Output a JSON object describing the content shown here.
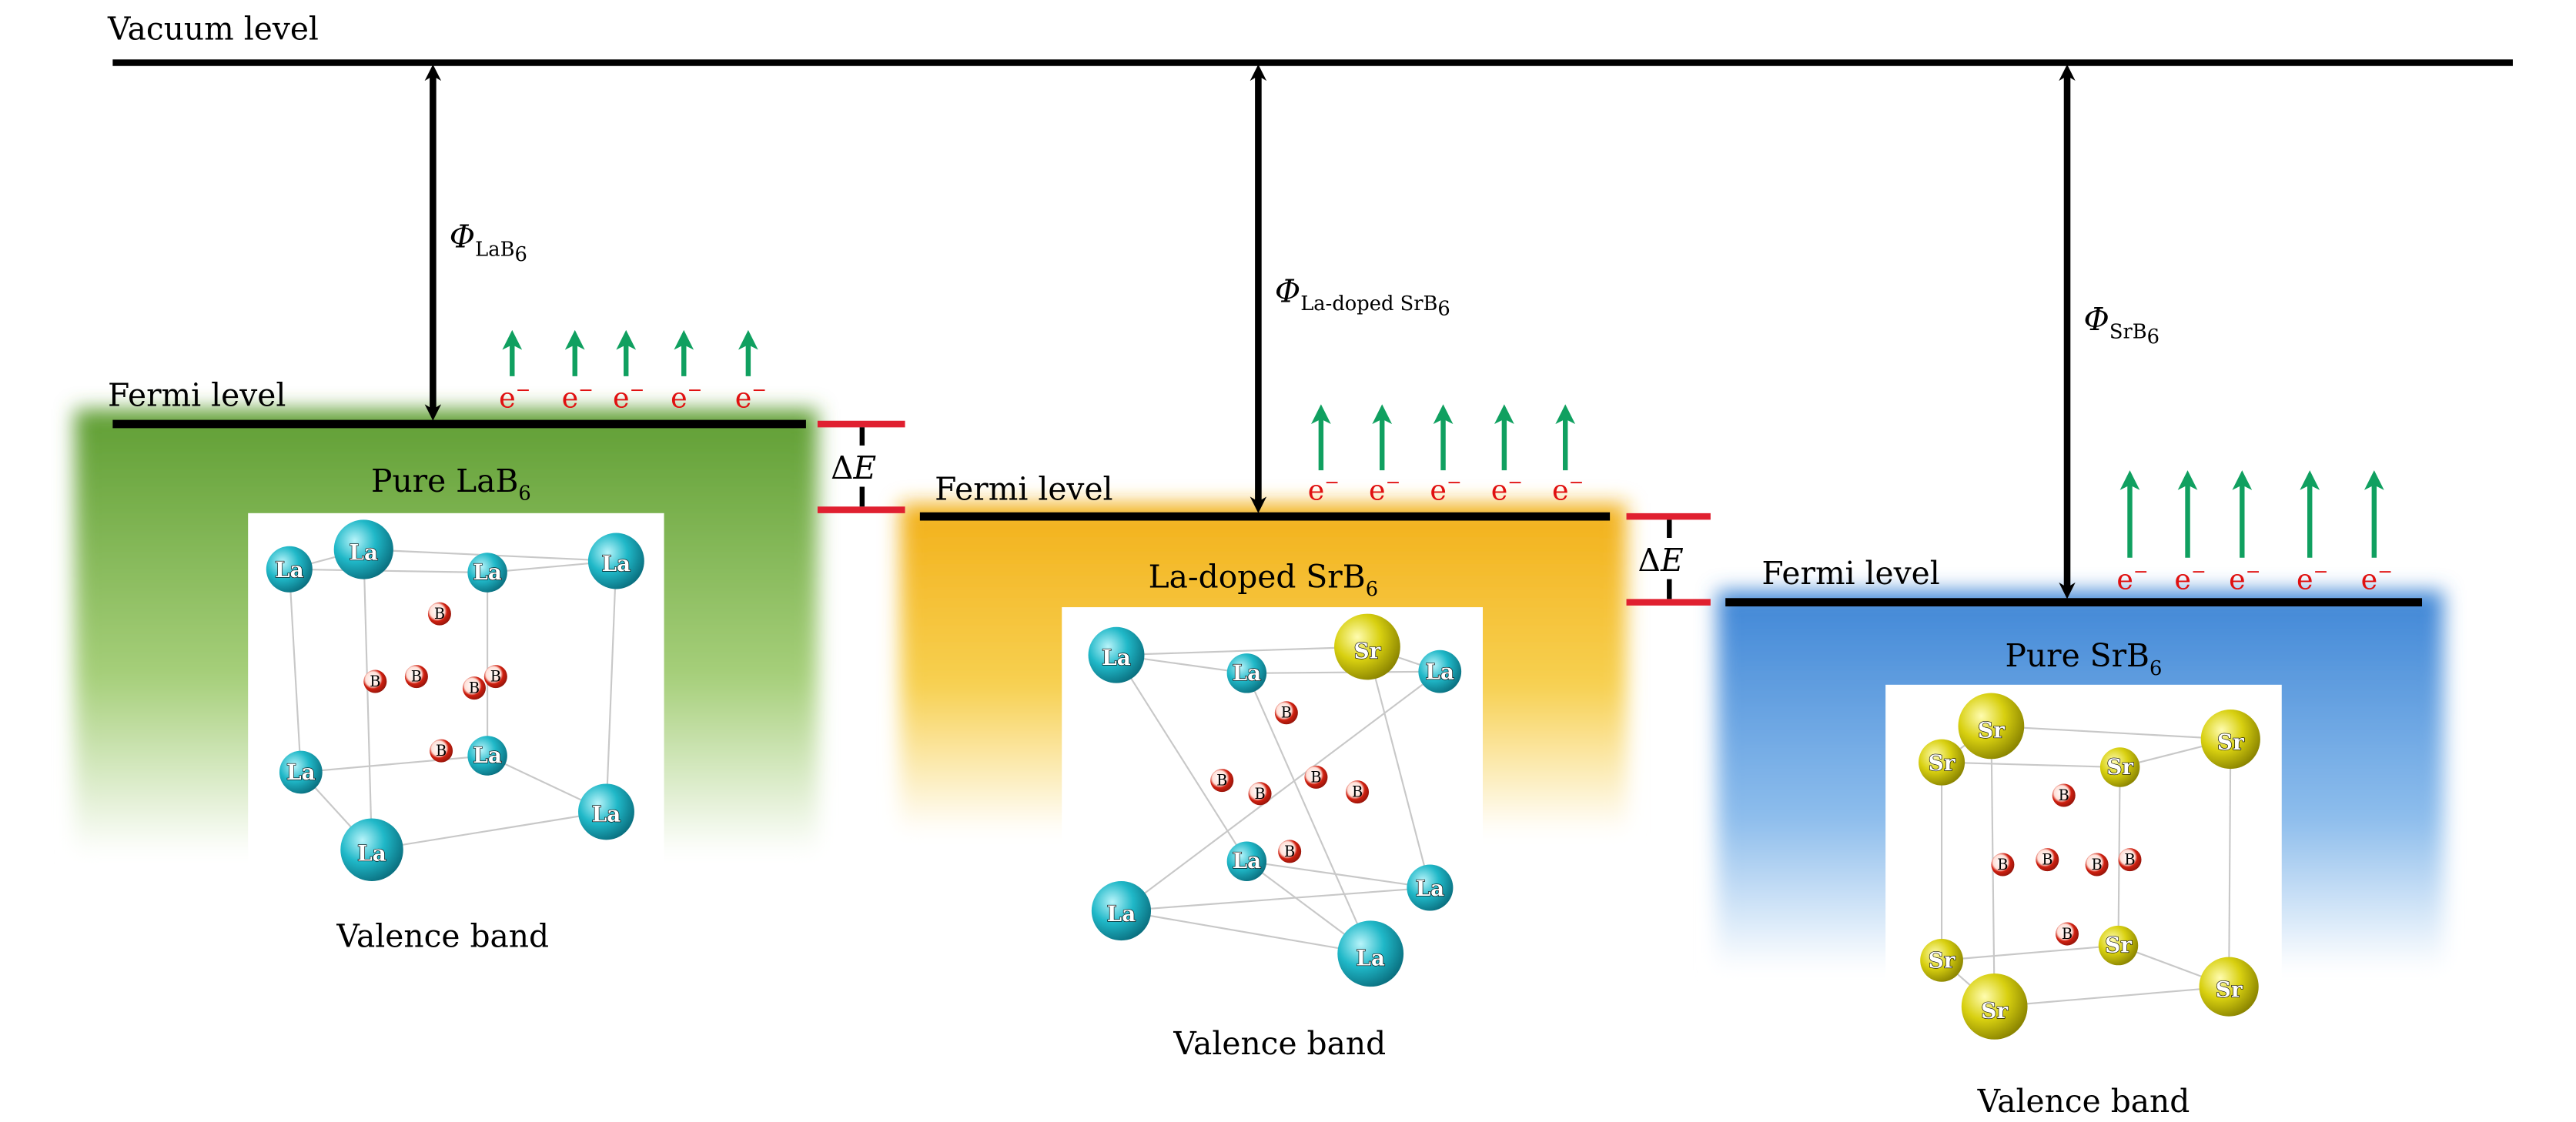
{
  "vacuum_label": "Vacuum level",
  "fermi_label": "Fermi level",
  "valence_label": "Valence band",
  "delta_e": {
    "delta": "Δ",
    "e": "E"
  },
  "electron": {
    "e": "e",
    "sup": "−"
  },
  "panels": [
    {
      "title": "Pure LaB",
      "title_sub": "6",
      "phi": "Φ",
      "phi_sub": "LaB",
      "phi_subsub": "6",
      "color": "#6aa83a",
      "atoms": [
        "La",
        "La",
        "La",
        "La",
        "La",
        "La",
        "La",
        "La",
        "B",
        "B",
        "B",
        "B",
        "B",
        "B"
      ]
    },
    {
      "title": "La-doped SrB",
      "title_sub": "6",
      "phi": "Φ",
      "phi_sub": "La-doped SrB",
      "phi_subsub": "6",
      "color": "#f2b818",
      "atoms": [
        "La",
        "La",
        "Sr",
        "La",
        "La",
        "La",
        "La",
        "La",
        "B",
        "B",
        "B",
        "B",
        "B",
        "B"
      ]
    },
    {
      "title": "Pure SrB",
      "title_sub": "6",
      "phi": "Φ",
      "phi_sub": "SrB",
      "phi_subsub": "6",
      "color": "#4a8fd8",
      "atoms": [
        "Sr",
        "Sr",
        "Sr",
        "Sr",
        "Sr",
        "Sr",
        "Sr",
        "Sr",
        "B",
        "B",
        "B",
        "B",
        "B",
        "B"
      ]
    }
  ],
  "colors": {
    "la": "#20b8c8",
    "sr": "#d8d010",
    "b": "#d02010",
    "electron": "#e01010",
    "arrow": "#10a060",
    "delta": "#e02030"
  }
}
